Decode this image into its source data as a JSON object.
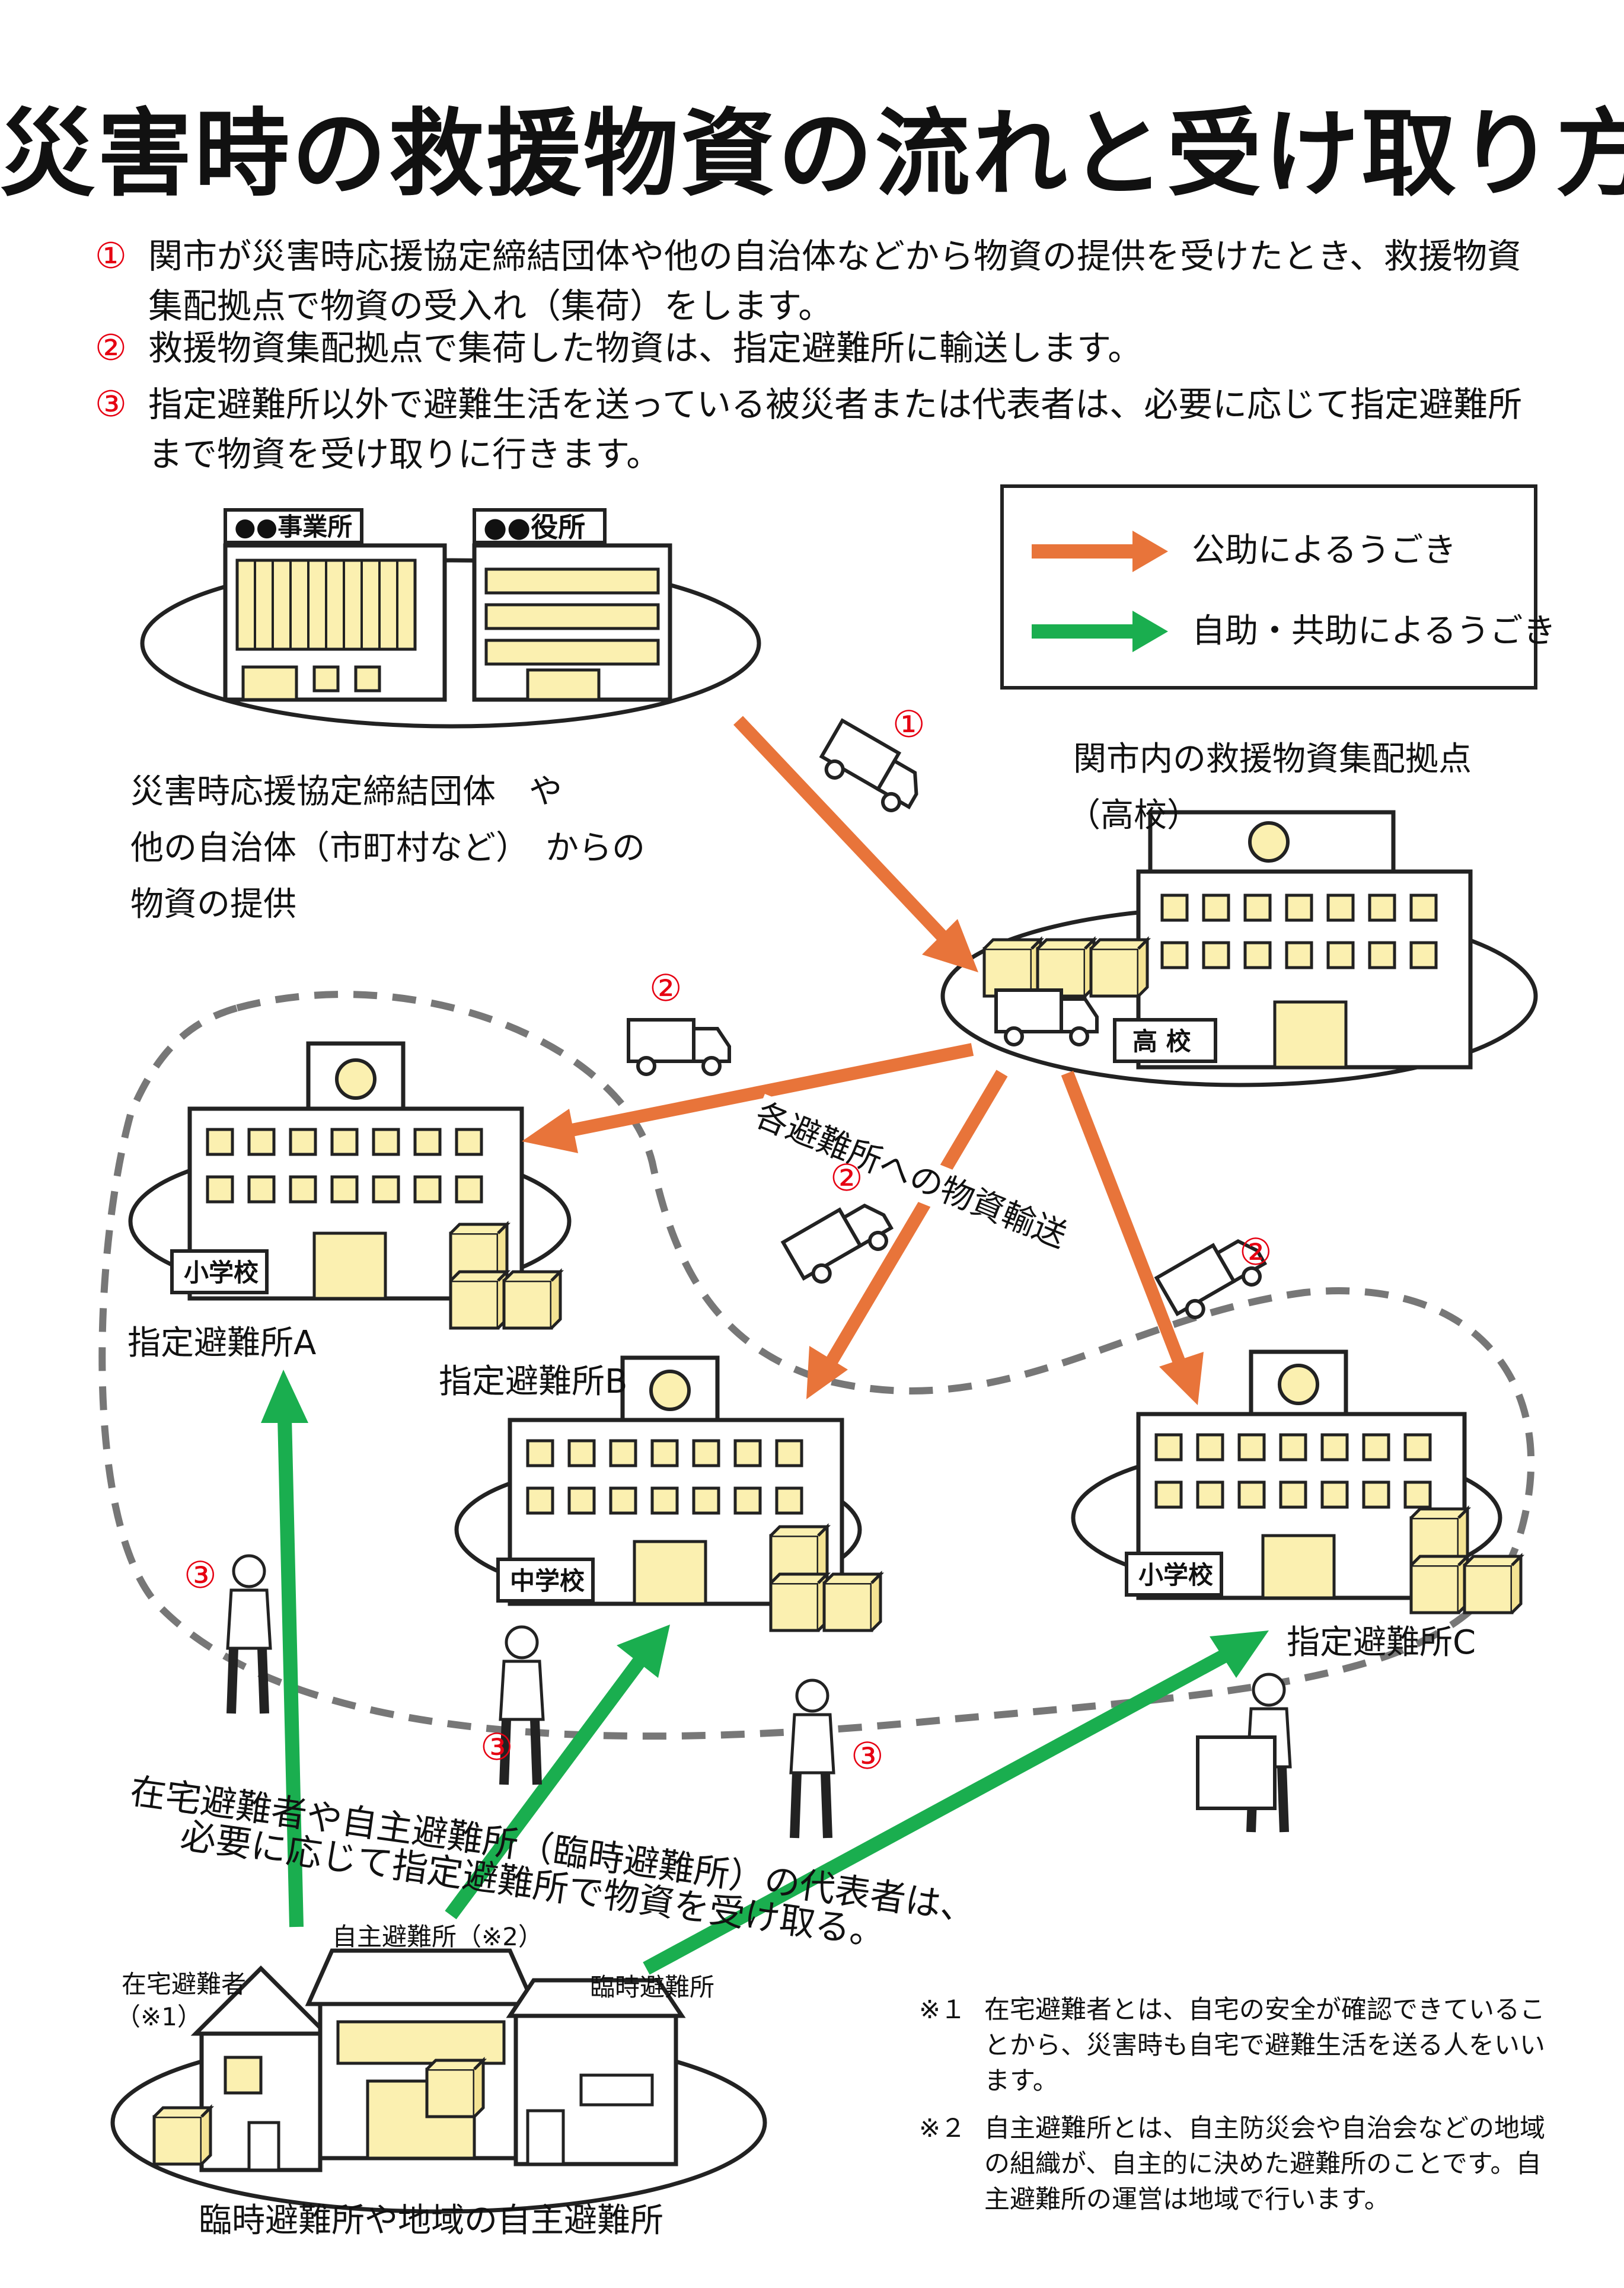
{
  "title": "災害時の救援物資の流れと受け取り方",
  "intro": [
    {
      "num": "①",
      "text": "関市が災害時応援協定締結団体や他の自治体などから物資の提供を受けたとき、救援物資集配拠点で物資の受入れ（集荷）をします。"
    },
    {
      "num": "②",
      "text": "救援物資集配拠点で集荷した物資は、指定避難所に輸送します。"
    },
    {
      "num": "③",
      "text": "指定避難所以外で避難生活を送っている被災者または代表者は、必要に応じて指定避難所まで物資を受け取りに行きます。"
    }
  ],
  "legend": {
    "public": "公助によるうごき",
    "self": "自助・共助によるうごき",
    "public_color": "#e8743a",
    "self_color": "#1aae4f"
  },
  "signs": {
    "office": "●●事業所",
    "cityhall": "●●役所",
    "highschool": "高 校",
    "elementary_a": "小学校",
    "middle": "中学校",
    "elementary_c": "小学校"
  },
  "labels": {
    "supplier_line1": "災害時応援協定締結団体　や",
    "supplier_line2": "他の自治体（市町村など）　からの",
    "supplier_line3": "物資の提供",
    "hub_line1": "関市内の救援物資集配拠点",
    "hub_line2": "（高校）",
    "shelter_a": "指定避難所A",
    "shelter_b": "指定避難所B",
    "shelter_c": "指定避難所C",
    "transport": "各避難所への物資輸送",
    "receive_line1": "在宅避難者や自主避難所（臨時避難所）の代表者は、",
    "receive_line2": "必要に応じて指定避難所で物資を受け取る。",
    "home": "在宅避難者",
    "home_note": "（※1）",
    "voluntary": "自主避難所（※2）",
    "temporary": "臨時避難所",
    "bottom": "臨時避難所や地域の自主避難所",
    "step1": "①",
    "step2": "②",
    "step3": "③"
  },
  "notes": [
    {
      "mark": "※１",
      "text": "在宅避難者とは、自宅の安全が確認できていることから、災害時も自宅で避難生活を送る人をいいます。"
    },
    {
      "mark": "※２",
      "text": "自主避難所とは、自主防災会や自治会などの地域の組織が、自主的に決めた避難所のことです。自主避難所の運営は地域で行います。"
    }
  ]
}
